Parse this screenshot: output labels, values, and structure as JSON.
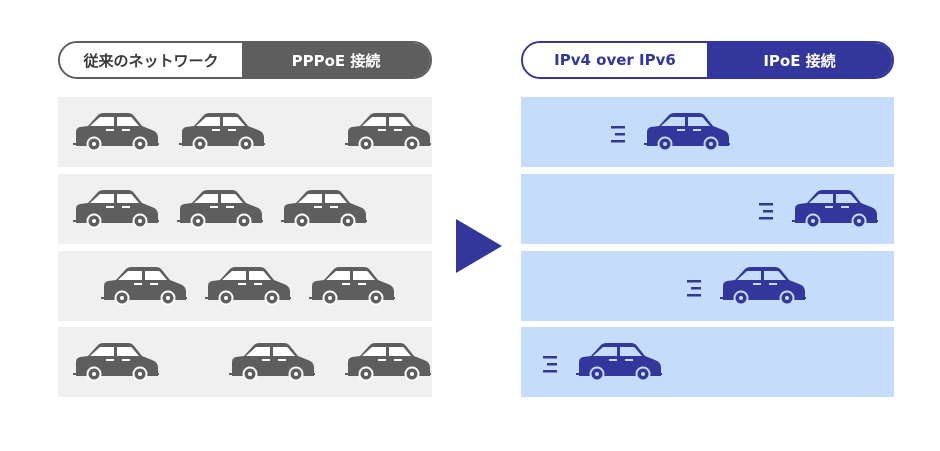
{
  "colors": {
    "legacy_gray": "#5e5e5e",
    "legacy_lane": "#f0f0f0",
    "ipoe_navy": "#33369a",
    "ipoe_lane": "#c5dcfb",
    "arrow": "#33369a"
  },
  "left": {
    "label_a": "従来のネットワーク",
    "label_b": "PPPoE 接続"
  },
  "right": {
    "label_a": "IPv4 over IPv6",
    "label_b": "IPoE 接続"
  },
  "icons": {
    "car": "car-icon",
    "fast_car": "speeding-car-icon",
    "arrow": "play-arrow-icon"
  }
}
